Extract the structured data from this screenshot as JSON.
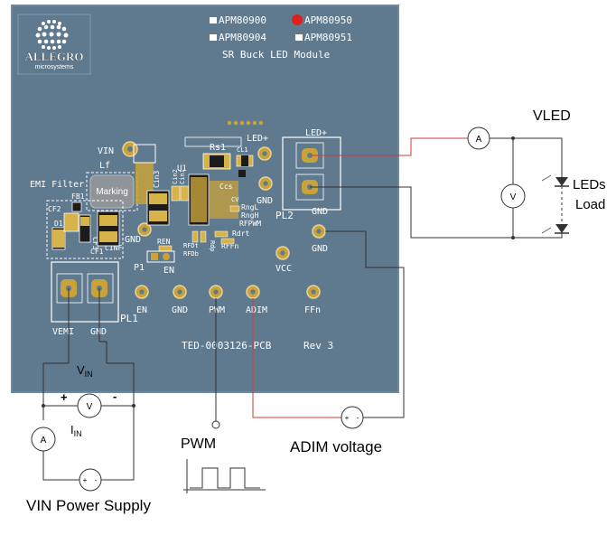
{
  "colors": {
    "board": "#5f7a8f",
    "board_edge": "#6e8aa0",
    "pad_gold": "#c9a23a",
    "wire_red": "#d43a3a",
    "wire_dark": "#333333",
    "variant_selected": "#e02020"
  },
  "board": {
    "logo_text": "ALLEGRO",
    "logo_sub": "microsystems",
    "variants": [
      "APM80900",
      "APM80950",
      "APM80904",
      "APM80951"
    ],
    "selected_variant": "APM80950",
    "module_title": "SR Buck LED Module",
    "pcb_id": "TED-0003126-PCB",
    "revision": "Rev 3",
    "section_emi": "EMI Filter",
    "inductor_marking": "Marking",
    "labels": {
      "vin": "VIN",
      "lf": "Lf",
      "gnd_left": "GND",
      "fb1": "FB1",
      "d1": "D1",
      "cf2": "CF2",
      "cf3": "CF3",
      "cf1": "CF1",
      "cinf": "CINF",
      "cin3": "Cin3",
      "cin2": "Cin2",
      "cin1": "Cin1",
      "u1": "U1",
      "rs1": "Rs1",
      "cl1": "CL1",
      "ccs": "Ccs",
      "cv": "CV",
      "rngl": "RngL",
      "rngh": "RngH",
      "rfpwm": "RFPWM",
      "rdrt": "Rdrt",
      "rffn": "RFFn",
      "ren": "REN",
      "rfdt": "RFDt",
      "rfdb": "RFDb",
      "rdp": "Rdp",
      "p1": "P1",
      "en_top": "EN",
      "led_plus_small": "LED+",
      "gnd_mid": "GND",
      "led_plus_conn": "LED+",
      "pl2": "PL2",
      "gnd_conn": "GND",
      "gnd_right": "GND",
      "vcc": "VCC",
      "en": "EN",
      "gnd_bottom": "GND",
      "pwm": "PWM",
      "adim": "ADIM",
      "ffn": "FFn",
      "pl1": "PL1",
      "vemi": "VEMI",
      "gnd_pl1": "GND"
    }
  },
  "external": {
    "vled": "VLED",
    "leds_load_1": "LEDs",
    "leds_load_2": "Load",
    "ammeter_symbol": "A",
    "voltmeter_symbol": "V",
    "vin_label": "V",
    "vin_sub": "IN",
    "iin_label": "I",
    "iin_sub": "IN",
    "plus": "+",
    "minus": "-",
    "pwm_label": "PWM",
    "adim_voltage": "ADIM voltage",
    "vin_supply": "VIN Power Supply",
    "src_plus": "+",
    "src_minus": "-"
  }
}
